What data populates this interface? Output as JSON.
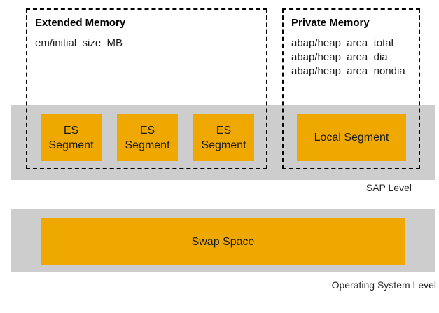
{
  "colors": {
    "accent_orange": "#efa800",
    "band_gray": "#cdcdcd",
    "border_black": "#000000"
  },
  "extended_memory": {
    "title": "Extended Memory",
    "params": [
      "em/initial_size_MB"
    ]
  },
  "private_memory": {
    "title": "Private Memory",
    "params": [
      "abap/heap_area_total",
      "abap/heap_area_dia",
      "abap/heap_area_nondia"
    ]
  },
  "sap_level": {
    "label": "SAP Level",
    "es_segments": [
      {
        "label": "ES\nSegment"
      },
      {
        "label": "ES\nSegment"
      },
      {
        "label": "ES\nSegment"
      }
    ],
    "local_segment": {
      "label": "Local Segment"
    }
  },
  "os_level": {
    "label": "Operating System Level",
    "swap_space": {
      "label": "Swap Space"
    }
  }
}
